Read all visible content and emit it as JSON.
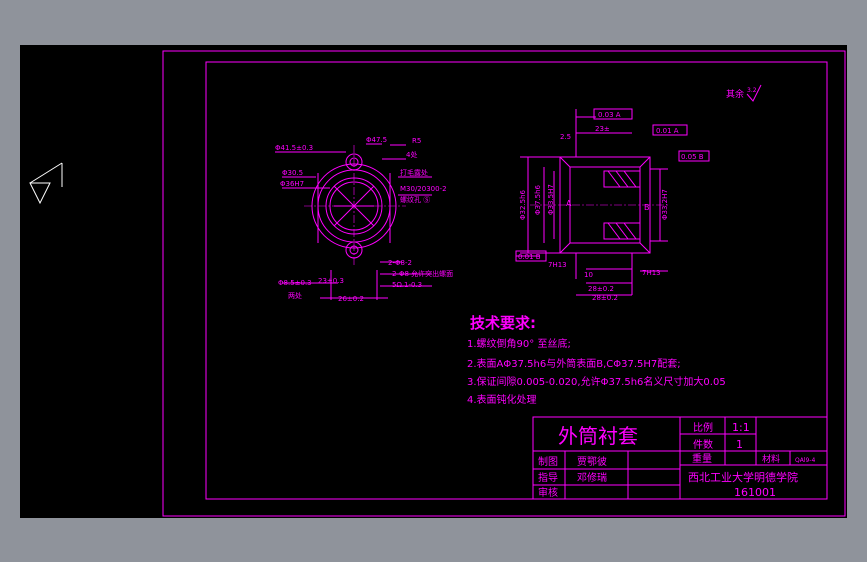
{
  "roughness_note": "其余",
  "roughness_value": "3.2",
  "dims_left": {
    "d41": "Φ41.5±0.3",
    "d47": "Φ47.5",
    "r5": "R5",
    "r5b": "4处",
    "d30": "Φ30.5",
    "d30h7": "Φ36H7",
    "rd1": "打毛露处",
    "rd2": "M30/20300-2",
    "rd3": "螺纹孔 Ⓢ",
    "b1": "2-Φ8-2",
    "b2": "2-Φ8 允许突出螺面",
    "b3": "5Ω.1-0.3",
    "bl1": "Φ8.5±0.3",
    "bl2": "两处",
    "bl3": "23±0.3",
    "bw": "26±0.2"
  },
  "dims_right": {
    "top1": "0.03 A",
    "top2": "23±",
    "top3": "0.01 A",
    "top4": "0.05 B",
    "l1": "2.5",
    "l2": "Φ32.5h6",
    "l3": "Φ37.5h6",
    "l4": "Φ33.5H7",
    "l5": "Φ33.2H7",
    "a": "A",
    "b": "B",
    "bot1": "0.01 B",
    "bot2": "7H13",
    "bot3": "10",
    "bot4": "7H13",
    "bot5": "28±0.2",
    "bot6": "28±0.2"
  },
  "tech_title": "技术要求:",
  "tech_items": [
    "1.螺纹倒角90° 至丝底;",
    "2.表面AΦ37.5h6与外筒表面B,CΦ37.5H7配套;",
    "3.保证间隙0.005-0.020,允许Φ37.5h6名义尺寸加大0.05",
    "4.表面钝化处理"
  ],
  "title_block": {
    "part_name": "外筒衬套",
    "scale_label": "比例",
    "scale_value": "1:1",
    "qty_label": "件数",
    "qty_value": "1",
    "weight_label": "重量",
    "material_label": "材料",
    "material_value": "QAl9-4",
    "drawn_label": "制图",
    "drawn_name": "贾鄂彼",
    "guide_label": "指导",
    "guide_name": "邓修瑞",
    "review_label": "审核",
    "school": "西北工业大学明德学院",
    "drawing_no": "161001"
  }
}
